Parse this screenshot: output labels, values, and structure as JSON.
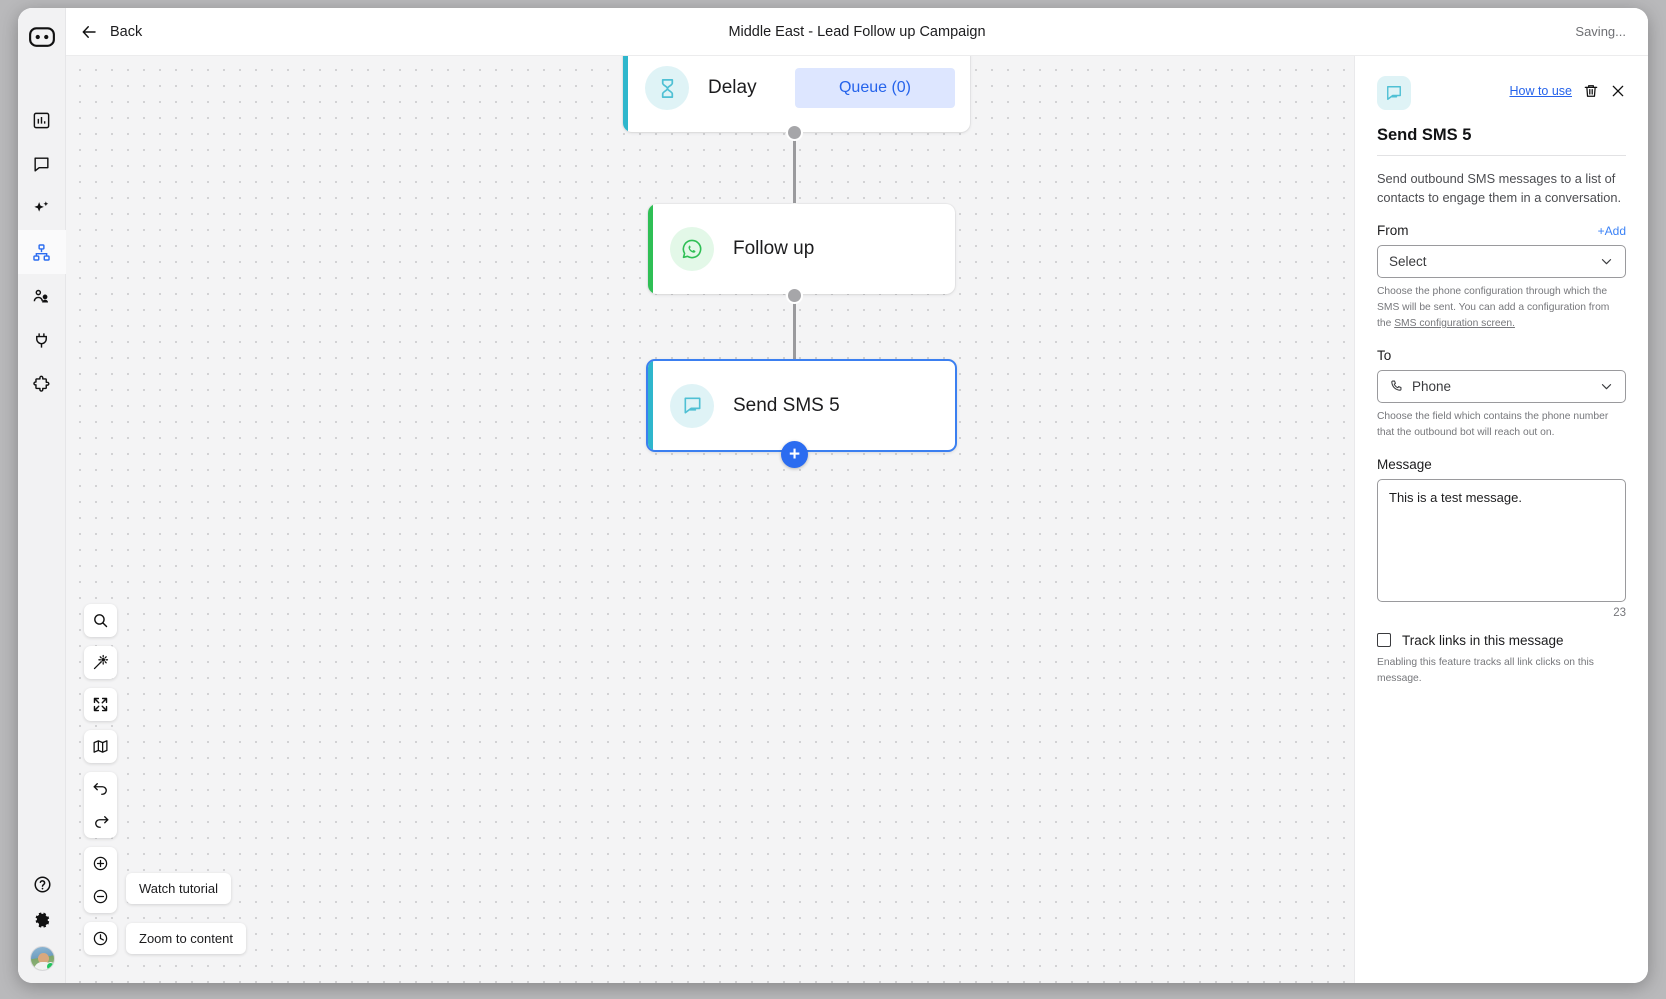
{
  "window": {
    "saving_status": "Saving..."
  },
  "topbar": {
    "back_label": "Back",
    "title": "Middle East - Lead Follow up Campaign"
  },
  "rail": {
    "logo_icon": "bot-logo-icon",
    "items": [
      {
        "icon": "analytics-icon",
        "name": "analytics",
        "active": false
      },
      {
        "icon": "chat-icon",
        "name": "conversations",
        "active": false
      },
      {
        "icon": "sparkle-icon",
        "name": "ai-assist",
        "active": false
      },
      {
        "icon": "flow-icon",
        "name": "flows",
        "active": true
      },
      {
        "icon": "contacts-icon",
        "name": "contacts",
        "active": false
      },
      {
        "icon": "plug-icon",
        "name": "integrations",
        "active": false
      },
      {
        "icon": "puzzle-icon",
        "name": "extensions",
        "active": false
      }
    ],
    "bottom": [
      {
        "icon": "help-icon",
        "name": "help"
      },
      {
        "icon": "gear-icon",
        "name": "settings"
      },
      {
        "icon": "avatar",
        "name": "user-avatar"
      }
    ]
  },
  "canvas": {
    "nodes": [
      {
        "id": "delay",
        "label": "Delay",
        "icon": "hourglass-icon",
        "stripe_color": "#2eb6cc",
        "icon_bg": "#dff3f6",
        "badge": "Queue (0)",
        "selected": false
      },
      {
        "id": "followup",
        "label": "Follow up",
        "icon": "whatsapp-icon",
        "stripe_color": "#2fbf55",
        "icon_bg": "#e3f8e8",
        "badge": null,
        "selected": false
      },
      {
        "id": "sendsms5",
        "label": "Send SMS 5",
        "icon": "sms-icon",
        "stripe_color": "#2eb6cc",
        "icon_bg": "#dff3f6",
        "badge": null,
        "selected": true
      }
    ],
    "add_button_label": "+",
    "toolbar": {
      "groups": [
        [
          {
            "icon": "search-icon",
            "name": "search"
          }
        ],
        [
          {
            "icon": "magic-wand-icon",
            "name": "auto-layout"
          }
        ],
        [
          {
            "icon": "fullscreen-icon",
            "name": "fit-screen"
          }
        ],
        [
          {
            "icon": "map-icon",
            "name": "minimap"
          }
        ],
        [
          {
            "icon": "undo-icon",
            "name": "undo"
          },
          {
            "icon": "redo-icon",
            "name": "redo"
          }
        ],
        [
          {
            "icon": "zoom-in-icon",
            "name": "zoom-in"
          },
          {
            "icon": "zoom-out-icon",
            "name": "zoom-out"
          }
        ],
        [
          {
            "icon": "clock-icon",
            "name": "history"
          }
        ]
      ],
      "tooltips": {
        "watch_tutorial": "Watch tutorial",
        "zoom_to_content": "Zoom to content"
      }
    }
  },
  "panel": {
    "icon": "sms-icon",
    "how_to_use": "How to use",
    "delete_icon": "trash-icon",
    "close_icon": "close-icon",
    "title": "Send SMS 5",
    "description": "Send outbound SMS messages to a list of contacts to engage them in a conversation.",
    "from": {
      "label": "From",
      "add_label": "+Add",
      "value": "Select",
      "help_part1": "Choose the phone configuration through which the SMS will be sent. You can add a configuration from the ",
      "help_link": "SMS configuration screen."
    },
    "to": {
      "label": "To",
      "value": "Phone",
      "lead_icon": "phone-icon",
      "help": "Choose the field which contains the phone number that the outbound bot will reach out on."
    },
    "message": {
      "label": "Message",
      "value": "This is a test message.",
      "char_count": "23"
    },
    "track_links": {
      "label": "Track links in this message",
      "checked": false,
      "help": "Enabling this feature tracks all link clicks on this message."
    }
  },
  "colors": {
    "accent_blue": "#2b6cf0",
    "link_blue": "#2563eb",
    "teal": "#2eb6cc",
    "green": "#2fbf55"
  }
}
